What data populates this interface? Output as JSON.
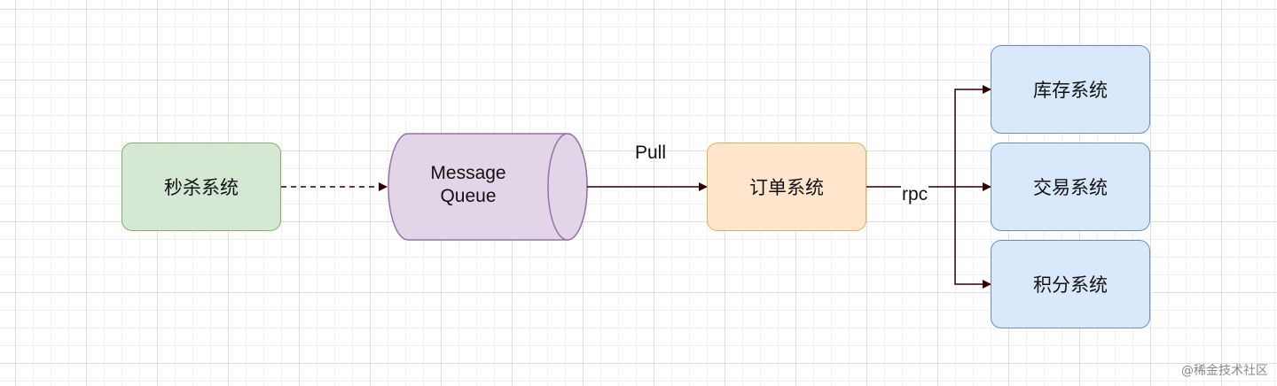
{
  "nodes": {
    "seckill": {
      "label": "秒杀系统"
    },
    "queue": {
      "line1": "Message",
      "line2": "Queue"
    },
    "order": {
      "label": "订单系统"
    },
    "inventory": {
      "label": "库存系统"
    },
    "trade": {
      "label": "交易系统"
    },
    "points": {
      "label": "积分系统"
    }
  },
  "edges": {
    "pull_label": "Pull",
    "rpc_label": "rpc"
  },
  "watermark": "@稀金技术社区",
  "colors": {
    "green_fill": "#d5e8d4",
    "green_stroke": "#82b366",
    "purple_fill": "#e1d5e7",
    "purple_stroke": "#9673a6",
    "orange_fill": "#ffe6cc",
    "orange_stroke": "#d6b656",
    "blue_fill": "#dae8fc",
    "blue_stroke": "#6c8ebf",
    "arrow": "#330000"
  }
}
